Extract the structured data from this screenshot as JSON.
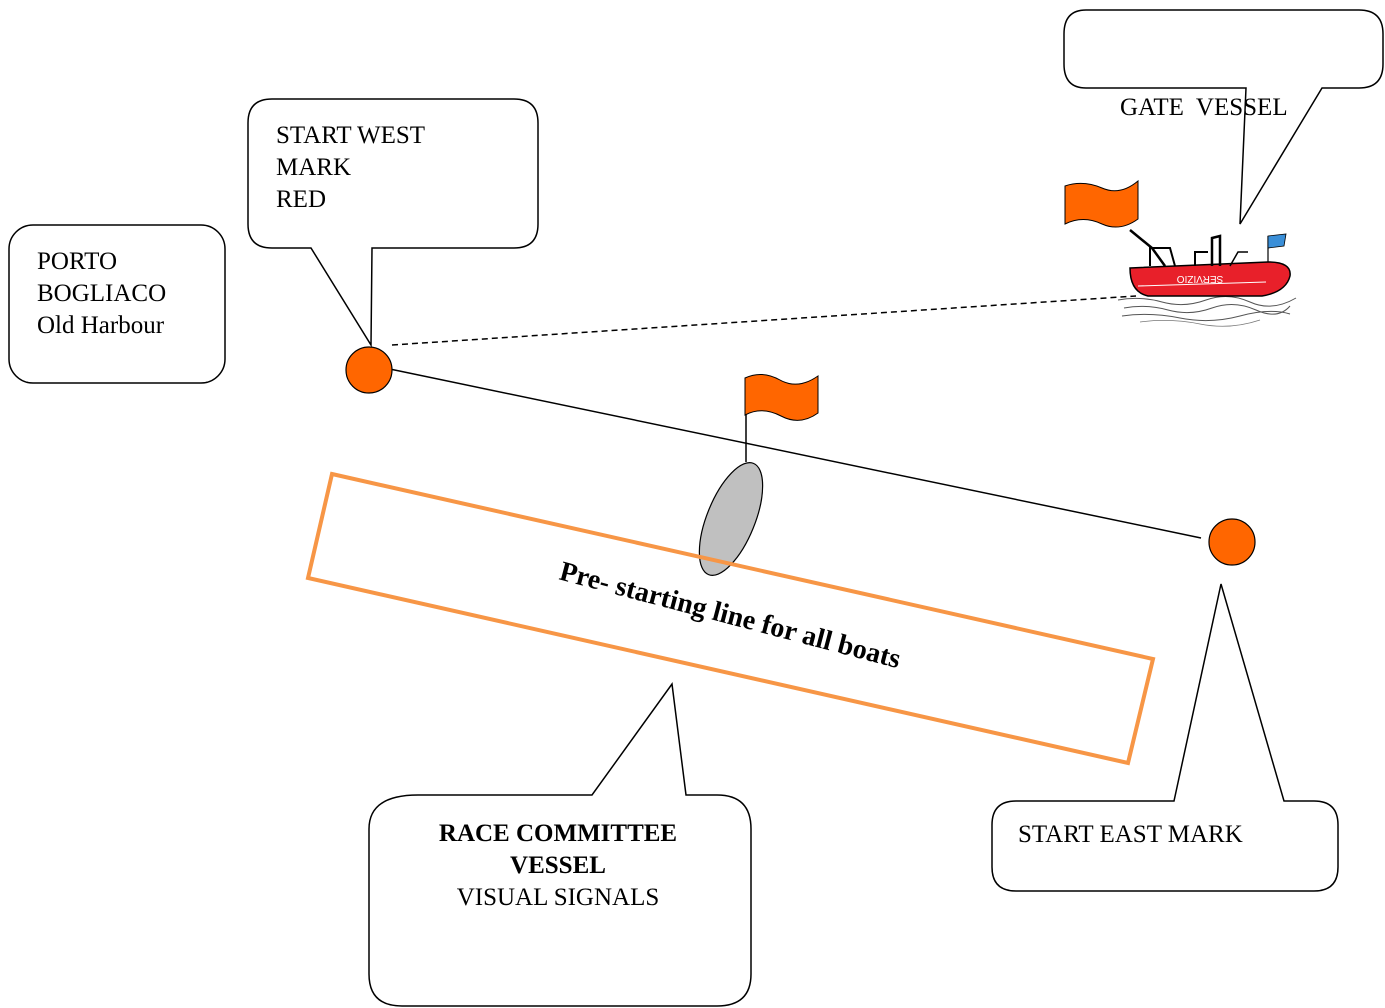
{
  "labels": {
    "porto": [
      "PORTO",
      "BOGLIACO",
      "Old Harbour"
    ],
    "start_west": [
      "START WEST",
      "MARK",
      "RED"
    ],
    "gate_vessel": "GATE  VESSEL",
    "start_east": "START EAST MARK",
    "race_committee": {
      "line1": "RACE COMMITTEE",
      "line2": "VESSEL",
      "line3": "VISUAL SIGNALS"
    },
    "pre_start": "Pre- starting line for all boats",
    "boat_hull": "SERVIZIO"
  },
  "colors": {
    "mark": "#ff6600",
    "flag": "#ff6600",
    "pre_start_border": "#f79646",
    "boat_hull": "#e8202a",
    "rc_boat": "#c0c0c0"
  }
}
